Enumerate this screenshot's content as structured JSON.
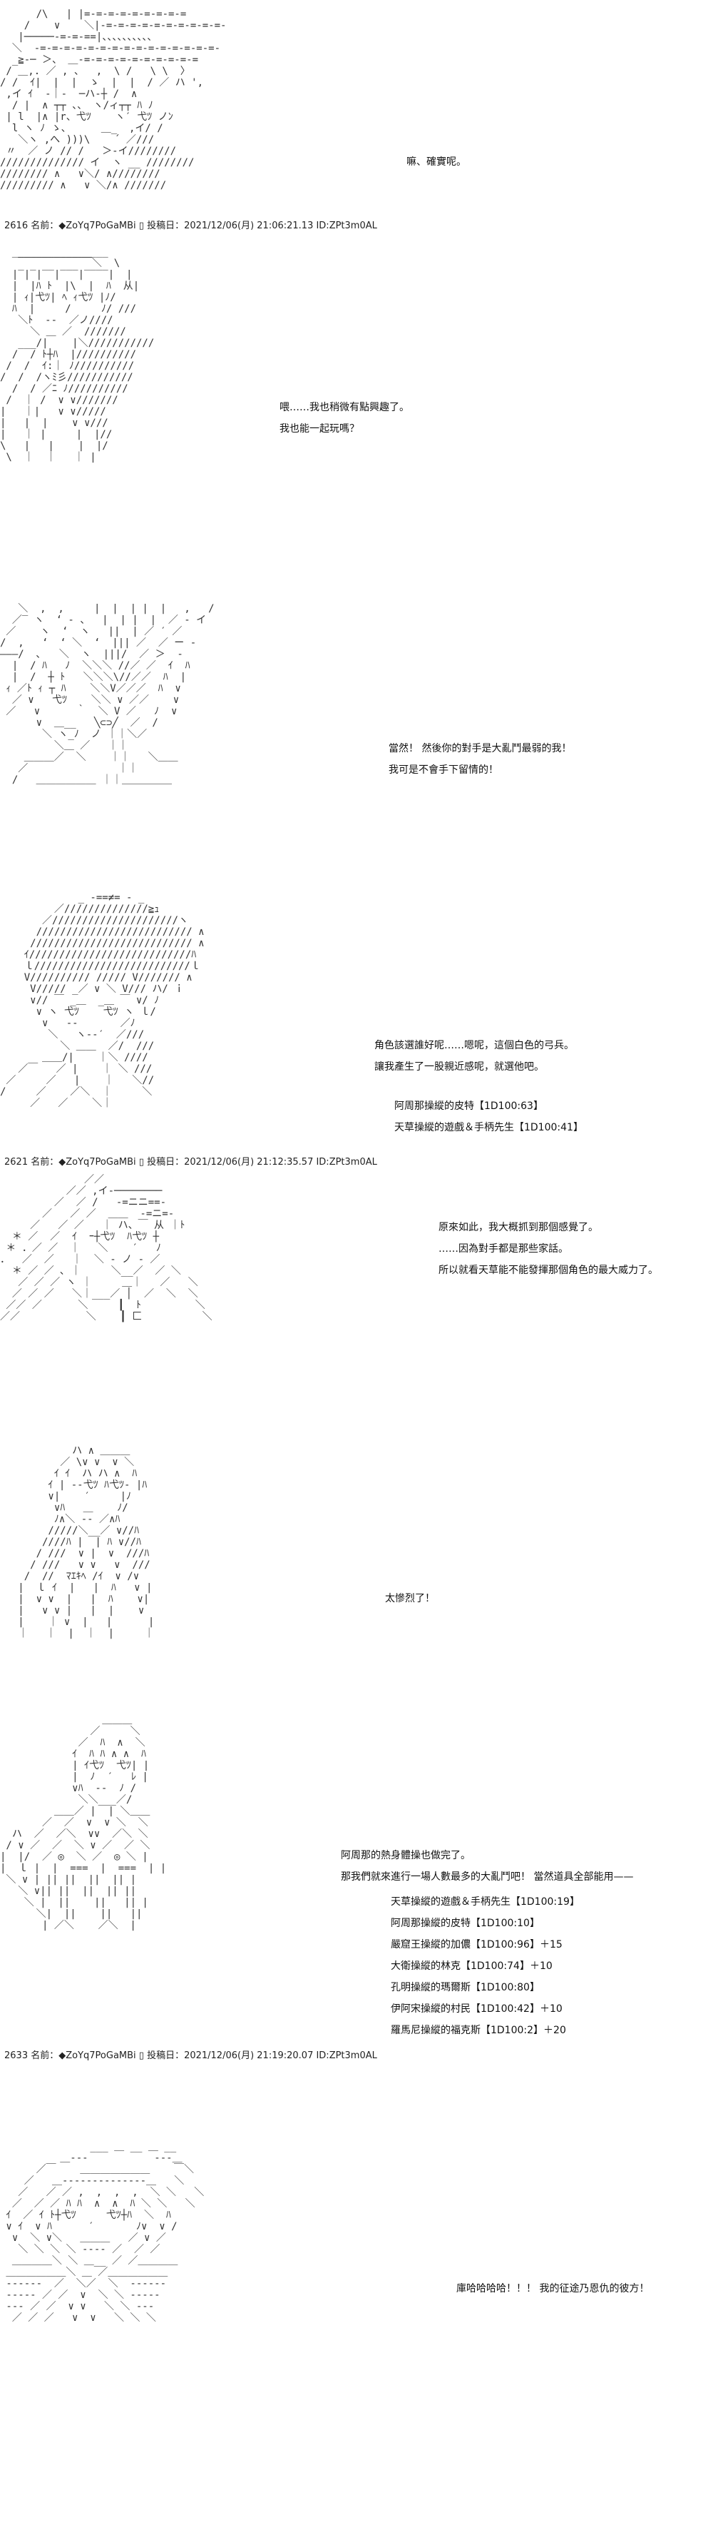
{
  "panels": [
    {
      "lines": [
        "嘛、確實呢。"
      ],
      "meta_after": "2616 名前：◆ZoYq7PoGaMBi ▯ 投稿日：2021/12/06(月) 21:06:21.13 ID:ZPt3m0AL"
    },
    {
      "lines": [
        "喂……我也稍微有點興趣了。",
        "我也能一起玩嗎？"
      ]
    },
    {
      "lines": [
        "當然！ 然後你的對手是大亂鬥最弱的我！",
        "我可是不會手下留情的！"
      ]
    },
    {
      "lines": [
        "角色該選誰好呢……嗯呢，這個白色的弓兵。",
        "讓我產生了一股親近感呢，就選他吧。"
      ],
      "rolls": [
        "阿周那操縱的皮特【1D100:63】",
        "天草操縱的遊戲＆手柄先生【1D100:41】"
      ],
      "meta_after": "2621 名前：◆ZoYq7PoGaMBi ▯ 投稿日：2021/12/06(月) 21:12:35.57 ID:ZPt3m0AL"
    },
    {
      "lines": [
        "原來如此，我大概抓到那個感覺了。",
        "……因為對手都是那些家話。",
        "所以就看天草能不能發揮那個角色的最大威力了。"
      ]
    },
    {
      "lines": [
        "太慘烈了！"
      ]
    },
    {
      "lines": [
        "阿周那的熱身體操也做完了。",
        "那我們就來進行一場人數最多的大亂鬥吧！ 當然道具全部能用——"
      ],
      "rolls": [
        "天草操縱的遊戲＆手柄先生【1D100:19】",
        "阿周那操縱的皮特【1D100:10】",
        "嚴窟王操縱的加儂【1D100:96】＋15",
        "大衛操縱的林克【1D100:74】＋10",
        "孔明操縱的瑪爾斯【1D100:80】",
        "伊阿宋操縱的村民【1D100:42】＋10",
        "羅馬尼操縱的福克斯【1D100:2】＋20"
      ],
      "meta_after": "2633 名前：◆ZoYq7PoGaMBi ▯ 投稿日：2021/12/06(月) 21:19:20.07 ID:ZPt3m0AL"
    },
    {
      "lines": [
        "庫哈哈哈哈！！！ 我的征途乃恩仇的彼方！"
      ]
    }
  ],
  "art": {
    "p1": "      /\\   | |=-=-=-=-=-=-=-=-=\n    /    ∨    ＼|-=-=-=-=-=-=-=-=-=-=-\n   |─────-=-=-==|、、、、、、、、、、\n  ＼  -=-=-=-=-=-=-=-=-=-=-=-=-=-=-=-\n  _≧-─ ＞、 ＿-=-=-=-=-=-=-=-=-=-=\n / ＿,. ／ , 、  ,  \\ /   \\ \\  〉\n/ /  ｲ|  |  |  ゝ  |  |  / ／ ハ ',\n ,イ ｲ  ‐｜‐  ─ハ‐┼ /  ∧\n  / |  ∧ ┬┬ 、、 ヽ/ィ┬┬ ﾊ ﾉ\n | l  |∧ |r、弋ﾂ    ヽ′ 弋ﾂ ノﾝ\n  l ヽ ﾉ ゝ、     ＿_  ,イ/ /\n   ＼ヽ ,へ )))\\    ´ ／///\n 〃  ／ ノ // /   ＞-イ////////\n////////////// イ  ヽ __ ////////\n//////// ∧   ∨＼/ ∧////////\n///////// ∧   ∨ ＼/∧ ///////",
    "p2": "   _______________\n  ￣￣￣￣￣￣￣￣＼  \\\n  |‾|‾|‾‾|‾‾‾|‾‾‾‾|  |\n  |  |ﾊ ﾄ  |\\  |  ﾊ  从|\n  | ｨ|弋ﾂ| ﾍ ｨ弋ﾂ |ﾉ/\n  ﾊ  |     /     ﾉ/ ///\n   ＼ﾄ  ‐‐  ／ノ////\n     ＼ ＿ ／  ///////\n   ___/|    |＼///////////\n  /  / ﾄ┼ﾊ  |//////////\n /  /  ｲ:｜ ﾉ//////////\n/  /  /ヽﾐ彡///////////\n  /  / ／ﾆ ﾉ//////////\n /  ｜ /  ∨ ∨///////\n|   ｜|   ∨ ∨/////\n|   |  |    ∨ ∨///\n|   ｜ |     |  |//\n\\   |   |    |  |/\n \\  ｜  ｜   ｜ |",
    "p3": "   ＼  ,  ,     |  |  | |  |   ,   /\n  ／‾ ヽ  ‘ ‐ 、  |  | |  |  ／ ‐ イ\n ／    ヽ  ‘  ヽ   ||  | ／ ′ ／\n/  ,   ‘  ‘ ＼  ‘  ||| ／  ／ ー -\n―――/  ､   ＼  ヽ  |||/  ／ ＞  ‐\n  |  / ﾊ   ﾉ  ＼＼＼ //／ ／  ｲ  ﾊ\n  |  /  ┼ ﾄ   ＼＼＼\\//／／  ﾊ  |\n ｨ ／ﾄ ｨ ┬ ﾊ    ＼＼V／／／  ﾊ  ∨\n  ／ ∨   弋ﾂ    ＼＼ ∨ ／／    ∨\n ／   ∨      ｀  ＼ V ／   ﾉ  ∨\n      ∨  ＿__   ╲⊂⊃╱  ／  /\n       ＼ ヽ_ﾉ  ノ ｜｜＼／\n         ＼＿ ／   ｜｜\n    ＿＿＿／  ＼    ｜｜   ＼＿＿\n   ／               ｜｜\n  /   ＿＿＿＿＿＿ ｜｜＿＿＿＿＿",
    "p4": "             _ -==≠= - _\n         ／//////////////≧ｭ\n       ／/////////////////////ヽ\n      ////////////////////////// ∧\n     /////////////////////////// ∧\n    ｲ///////////////////////////ﾊ\n    ｌ//////////////////////////ｌ\n    V////////// ///// V/////// ∧\n     V///// _／ ∨ ＼ V/// ハ/ ｉ\n     ∨// ￣ _＿  _＿ ￣ ∨/ ﾉ\n      ∨ ヽ 弋ﾂ    弋ﾂ ヽ ｌ/\n       ∨   ‐‐       ／ﾉ\n        ＼   ヽ‐‐′  ／///\n          ＼ ＿＿  ／/  ///\n       ＿＿/|    ｜＼ ////\n   ／￣   ／ |    ｜ ＼ ///\n ／     ／   |    ｜   ＼//\n/     ／    ／＼  ｜     ＼\n     ／   ／    ＼｜",
    "p5": "              ／／\n           ／／ ,イ‐────────\n         ／  ／ /   -=ニニ==-\n       ／   ／ ／  ＿＿  -=ニ=-\n     ／   ／ ／   ｜ ハ、￣ 从 ｜ﾄ\n  ＊ ／  ／  ｲ  ｰ┼弋ﾂ  ﾊ弋ﾂ ┼\n ＊ ．／ ／  ｜   ＼    ′   ﾉ\n．  ／  ／   ｜  ＼ ‐ ノ ‐ ／\n  ＊ ／ ／ ､ ｜     ＼__／  ／ ＼\n   ／ ／ ／ ヽ ｜     ＿｜   ／   ＼\n  ／ ／ ／   ＼｜___／ │  ／  ＼  ＼\n ／／ ／      ＼     ┃  ﾄ         ＼\n／／           ＼    ┃ 匚          ＼",
    "p6": "            ハ ∧ ＿＿＿\n          ／ \\∨ ∨  ∨ ＼\n         ｲ ｲ  ハ ハ ∧  ﾊ\n        ｲ | -‐弋ﾂ ﾊ弋ﾂ‐ |ﾊ\n        ∨|    ′     |ﾉ\n         ∨ﾊ   ＿    ﾉ/\n         ﾉ∧＼ ‐‐ ／∧ﾊ\n        /////＼__／ ∨//ﾊ\n       ////ﾊ |  | ﾊ ∨//ﾊ\n      / ///  ∨ |  ∨  ///ﾊ\n     / ///   ∨ ∨   ∨  ///\n    /  //  ﾏｴｷﾍ /ｲ  ∨ /∨\n   |  ｌ ｲ  |   |  ﾊ   ∨ |\n   |  ∨ ∨  |   |  ﾊ    ∨|\n   |   ∨ ∨ |   |  |    ∨\n   |    ｜ ∨  |   |      |\n   ｜   ｜  |  ｜  |     ｜",
    "p7": "                 ＿＿＿\n               ／     ＼\n             ／  ﾊ  ∧  ＼\n            ｲ  ﾊ ﾊ ∧ ∧  ﾊ\n            | ｲ弋ﾂ  弋ﾂ| |\n            |  ﾉ  ′   ﾚ |\n            ∨ﾊ  ‐‐  ﾉ /\n             ＼＼___／/\n         ＿＿／ |  | ＼＿＿\n       ／  ／  ∨  ∨ ＼  ＼\n  ハ  ／  ／＼  ∨∨  ／＼ ＼\n / ∨ ／  ／  ＼ ∨ ／  ／ ＼\n|  |/  ／ ◎  ＼ ／  ◎ ＼ |\n|  ｌ |  |  ===  |  ===  | |\n ＼ ∨ | || ||  ||  || |\n   ＼ ∨|| ||  ||  || ||\n    ＼ |  ||    ||   || |\n      ＼|  ||    ||   ||\n       | ／＼    ／＼  |",
    "p8": "               ___ ＿ __ ＿ __\n          ＿-‐‐           ‐‐-＿\n      ／￣    ＿＿＿＿＿＿＿    ￣＼\n    ／   ＿‐‐‐‐‐‐‐‐‐‐‐‐‐‐＿   ＼\n   ／   ／ ／ ,  ,  ,  ,  ＼ ＼   ＼\n  ／  ／ ／ ﾊ ﾊ  ∧  ∧  ﾊ ＼ ＼   ＼\n ｲ  ／ ｲ ﾄ┼弋ﾂ     弋ﾂ┼ﾊ  ＼  ﾊ\n ∨ ｲ  ∨ ﾊ      ′       ﾉ∨  ∨ /\n  ∨  ＼ ∨＼   ＿＿＿   ／ ∨ ／\n   ＼ ＼ ＼ ＼ ‐‐‐‐ ／  ／ ／\n  ＿＿＿＿＼ ＼ ＿__ ／ ／＿＿＿＿\n ＿＿＿＿＿＿＼ ＿ ／＿＿＿＿＿＿\n -‐‐‐‐‐  ／  ＼／  ＼  ‐‐‐‐‐-\n -‐‐‐‐ ／ ／  ∨  ＼ ＼ ‐‐‐‐-\n -‐‐ ／ ／  ∨ ∨   ＼ ＼ ‐‐-\n  ／ ／ ／   ∨  ∨   ＼ ＼ ＼"
  }
}
